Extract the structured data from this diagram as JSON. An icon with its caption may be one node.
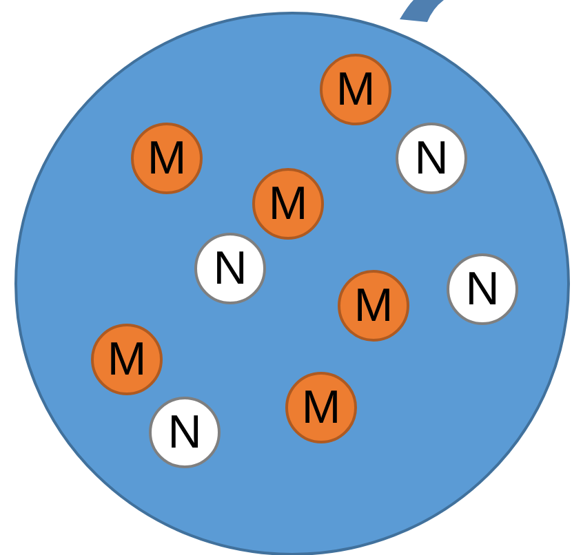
{
  "diagram": {
    "nodes": [
      {
        "text": [],
        "shape": "circle"
      },
      {
        "text": [
          "M"
        ],
        "in": 0
      },
      {
        "text": [
          "M"
        ],
        "in": 0
      },
      {
        "text": [
          "N"
        ],
        "in": 0
      },
      {
        "text": [
          "M"
        ],
        "in": 0
      },
      {
        "text": [
          "N"
        ],
        "in": 0
      },
      {
        "text": [
          "N"
        ],
        "in": 0
      },
      {
        "text": [
          "M"
        ],
        "in": 0
      },
      {
        "text": [
          "M"
        ],
        "in": 0
      },
      {
        "text": [
          "M"
        ],
        "in": 0
      },
      {
        "text": [
          "N"
        ],
        "in": 0
      }
    ]
  }
}
